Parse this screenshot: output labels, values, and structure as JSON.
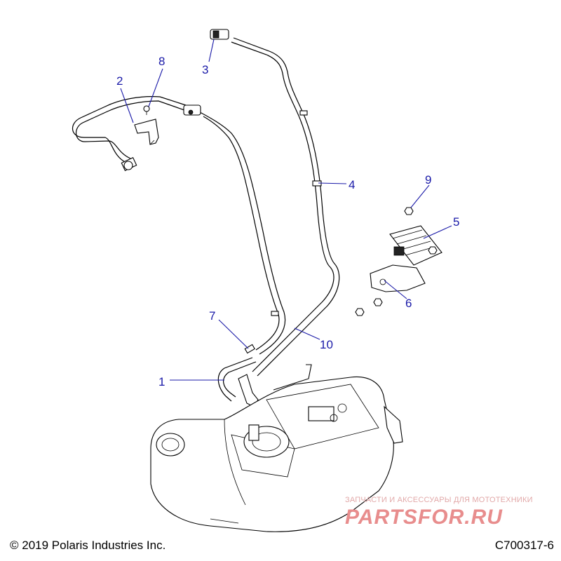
{
  "callouts": [
    {
      "id": "1",
      "label": "1"
    },
    {
      "id": "2",
      "label": "2"
    },
    {
      "id": "3",
      "label": "3"
    },
    {
      "id": "4",
      "label": "4"
    },
    {
      "id": "5",
      "label": "5"
    },
    {
      "id": "6",
      "label": "6"
    },
    {
      "id": "7",
      "label": "7"
    },
    {
      "id": "8",
      "label": "8"
    },
    {
      "id": "9",
      "label": "9"
    },
    {
      "id": "10",
      "label": "10"
    }
  ],
  "footer": {
    "copyright": "© 2019 Polaris Industries Inc.",
    "drawing_number": "C700317-6"
  },
  "watermark": {
    "tagline": "ЗАПЧАСТИ И АКСЕССУАРЫ ДЛЯ МОТОТЕХНИКИ",
    "logo": "PARTSFOR.RU"
  },
  "colors": {
    "callout": "#1a1aa8",
    "line_art": "#000000",
    "watermark": "#e88d8d"
  }
}
